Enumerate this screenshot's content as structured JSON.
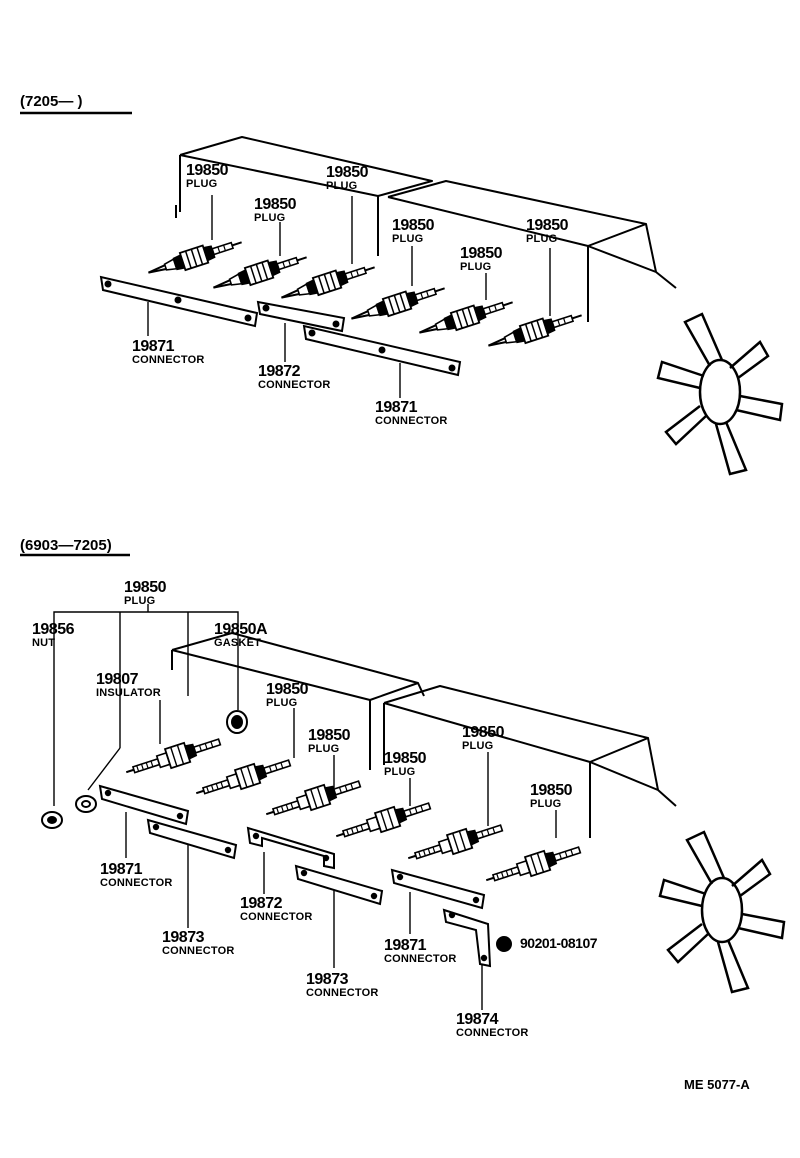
{
  "sections": {
    "top": {
      "range": "(7205—       )"
    },
    "bottom": {
      "range": "(6903—7205)"
    }
  },
  "top_callouts": [
    {
      "number": "19850",
      "name": "PLUG"
    },
    {
      "number": "19850",
      "name": "PLUG"
    },
    {
      "number": "19850",
      "name": "PLUG"
    },
    {
      "number": "19850",
      "name": "PLUG"
    },
    {
      "number": "19850",
      "name": "PLUG"
    },
    {
      "number": "19850",
      "name": "PLUG"
    },
    {
      "number": "19871",
      "name": "CONNECTOR"
    },
    {
      "number": "19872",
      "name": "CONNECTOR"
    },
    {
      "number": "19871",
      "name": "CONNECTOR"
    }
  ],
  "bottom_callouts": [
    {
      "number": "19850",
      "name": "PLUG"
    },
    {
      "number": "19856",
      "name": "NUT"
    },
    {
      "number": "19850A",
      "name": "GASKET"
    },
    {
      "number": "19807",
      "name": "INSULATOR"
    },
    {
      "number": "19850",
      "name": "PLUG"
    },
    {
      "number": "19850",
      "name": "PLUG"
    },
    {
      "number": "19850",
      "name": "PLUG"
    },
    {
      "number": "19850",
      "name": "PLUG"
    },
    {
      "number": "19850",
      "name": "PLUG"
    },
    {
      "number": "19871",
      "name": "CONNECTOR"
    },
    {
      "number": "19873",
      "name": "CONNECTOR"
    },
    {
      "number": "19872",
      "name": "CONNECTOR"
    },
    {
      "number": "19873",
      "name": "CONNECTOR"
    },
    {
      "number": "19871",
      "name": "CONNECTOR"
    },
    {
      "number": "19874",
      "name": "CONNECTOR"
    },
    {
      "number": "90201-08107",
      "name": ""
    }
  ],
  "figure_ref": "ME  5077-A"
}
